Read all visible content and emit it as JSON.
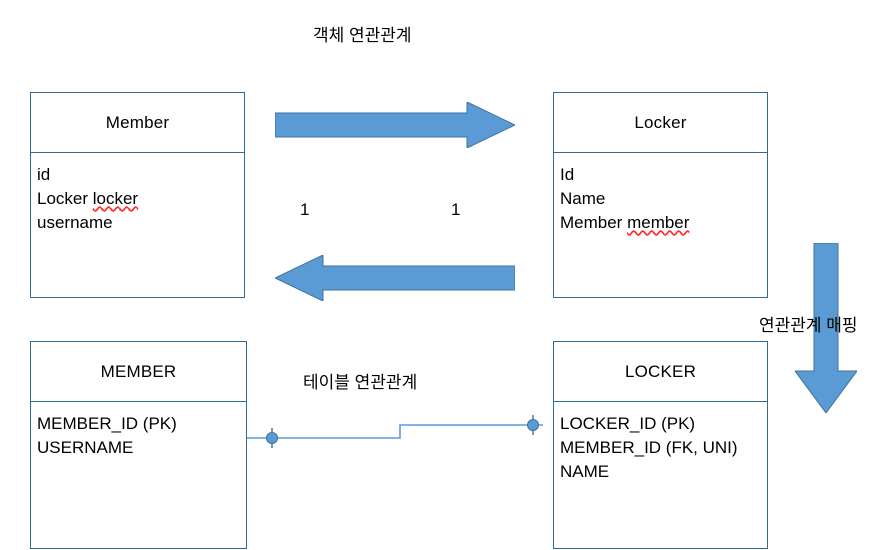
{
  "diagram": {
    "title_object": "객체 연관관계",
    "title_table": "테이블 연관관계",
    "mapping_label": "연관관계 매핑",
    "colors": {
      "box_border": "#2e6b96",
      "arrow_fill": "#5b9bd5",
      "arrow_stroke": "#41719c",
      "connector": "#5b9bd5",
      "spell_underline": "#ff2a2a",
      "background": "#ffffff"
    }
  },
  "object_model": {
    "member": {
      "name": "Member",
      "attributes": [
        {
          "text": "id",
          "misspelled": ""
        },
        {
          "text": "Locker ",
          "misspelled": "locker"
        },
        {
          "text": "username",
          "misspelled": ""
        }
      ]
    },
    "locker": {
      "name": "Locker",
      "attributes": [
        {
          "text": "Id",
          "misspelled": ""
        },
        {
          "text": "Name",
          "misspelled": ""
        },
        {
          "text": "Member ",
          "misspelled": "member"
        }
      ]
    },
    "cardinality_left": "1",
    "cardinality_right": "1",
    "arrow_top_direction": "right",
    "arrow_bottom_direction": "left"
  },
  "table_model": {
    "member": {
      "name": "MEMBER",
      "columns": [
        "MEMBER_ID (PK)",
        "USERNAME"
      ]
    },
    "locker": {
      "name": "LOCKER",
      "columns": [
        "LOCKER_ID (PK)",
        "MEMBER_ID (FK, UNI)",
        "NAME"
      ]
    }
  }
}
